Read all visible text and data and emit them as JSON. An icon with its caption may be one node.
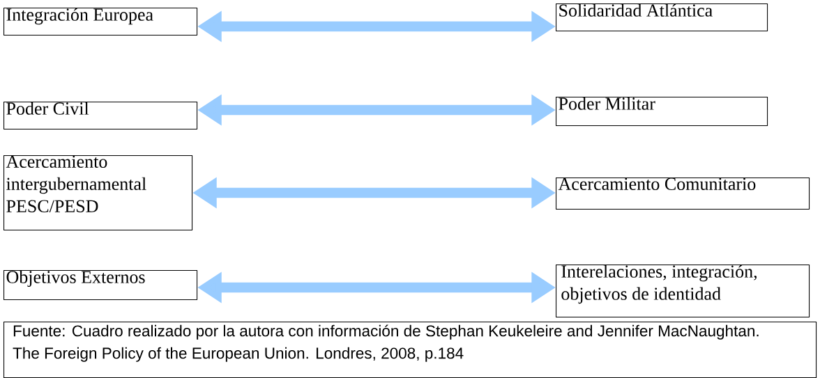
{
  "diagram": {
    "caption": "Fuente: Cuadro realizado por la autora con información de Stephan Keukeleire and Jennifer MacNaughtan. The Foreign Policy of the European Union. Londres, 2008, p.184",
    "nodes": [
      {
        "text": [
          "Integración Europea"
        ]
      },
      {
        "text": [
          "Solidaridad Atlántica"
        ]
      },
      {
        "text": [
          "Poder Civil"
        ]
      },
      {
        "text": [
          "Poder Militar"
        ]
      },
      {
        "text": [
          "Acercamiento intergubernamental PESC/PESD"
        ]
      },
      {
        "text": [
          "Acercamiento Comunitario"
        ]
      },
      {
        "text": [
          "Objetivos Externos"
        ]
      },
      {
        "text": [
          "Interelaciones, integración, objetivos de identidad"
        ]
      }
    ],
    "edges": [
      {
        "from": 0,
        "to": 1,
        "arrow": "both"
      },
      {
        "from": 2,
        "to": 3,
        "arrow": "both"
      },
      {
        "from": 4,
        "to": 5,
        "arrow": "both"
      },
      {
        "from": 6,
        "to": 7,
        "arrow": "both"
      }
    ]
  }
}
